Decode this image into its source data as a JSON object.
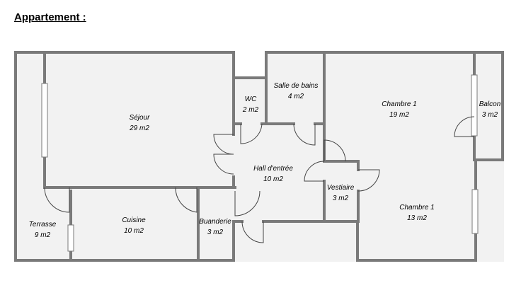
{
  "title": "Appartement :",
  "rooms": {
    "sejour": {
      "name": "Séjour",
      "area": "29 m2"
    },
    "wc": {
      "name": "WC",
      "area": "2 m2"
    },
    "sdb": {
      "name": "Salle de bains",
      "area": "4 m2"
    },
    "chambre_a": {
      "name": "Chambre 1",
      "area": "19 m2"
    },
    "balcon": {
      "name": "Balcon",
      "area": "3 m2"
    },
    "hall": {
      "name": "Hall d'entrée",
      "area": "10 m2"
    },
    "vestiaire": {
      "name": "Vestiaire",
      "area": "3 m2"
    },
    "chambre_b": {
      "name": "Chambre 1",
      "area": "13 m2"
    },
    "terrasse": {
      "name": "Terrasse",
      "area": "9 m2"
    },
    "cuisine": {
      "name": "Cuisine",
      "area": "10 m2"
    },
    "buanderie": {
      "name": "Buanderie",
      "area": "3 m2"
    }
  }
}
